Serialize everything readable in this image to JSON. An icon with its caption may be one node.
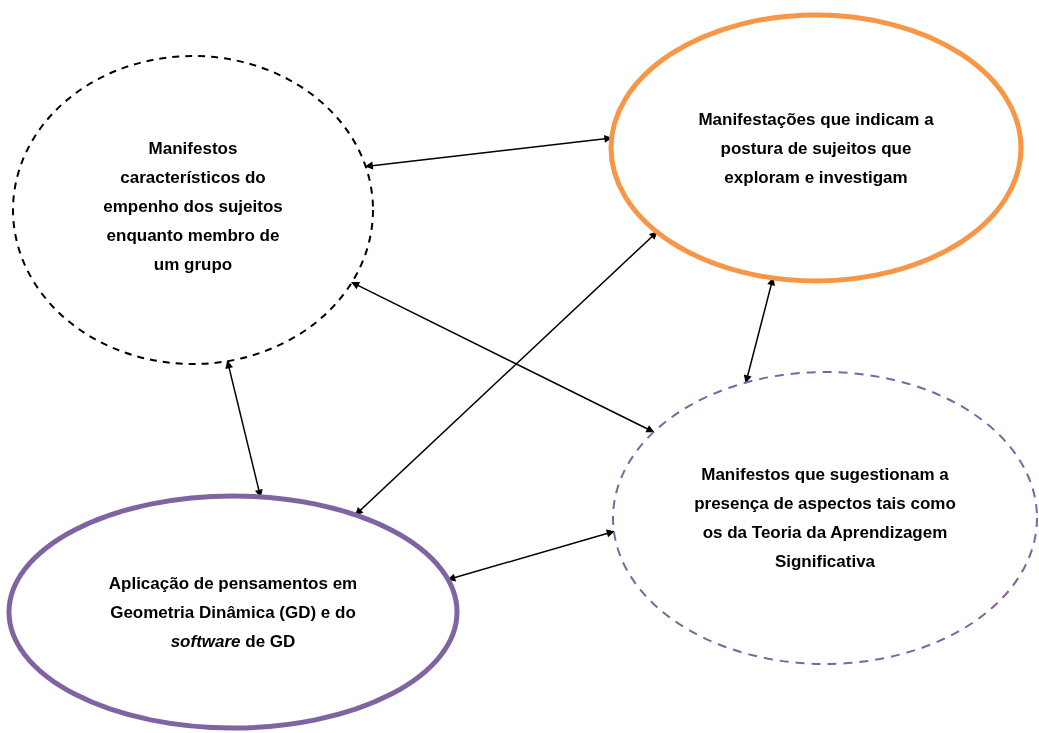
{
  "diagram": {
    "nodes": [
      {
        "text": [
          "Manifestos característicos do empenho dos sujeitos enquanto membro de um grupo"
        ]
      },
      {
        "text": [
          "Manifestações que indicam a postura de sujeitos que exploram e investigam"
        ]
      },
      {
        "text": [
          "Manifestos que sugestionam a presença de aspectos tais como os da Teoria da Aprendizagem Significativa"
        ]
      },
      {
        "text": [
          "Aplicação de pensamentos em Geometria Dinâmica (GD) e do *software* de GD"
        ]
      }
    ],
    "edges": [
      {
        "from": 0,
        "to": 1,
        "arrow": "both"
      },
      {
        "from": 0,
        "to": 2,
        "arrow": "both"
      },
      {
        "from": 3,
        "to": 1,
        "arrow": "both"
      },
      {
        "from": 0,
        "to": 3,
        "arrow": "both"
      },
      {
        "from": 1,
        "to": 2,
        "arrow": "both"
      },
      {
        "from": 3,
        "to": 2,
        "arrow": "both"
      }
    ]
  }
}
